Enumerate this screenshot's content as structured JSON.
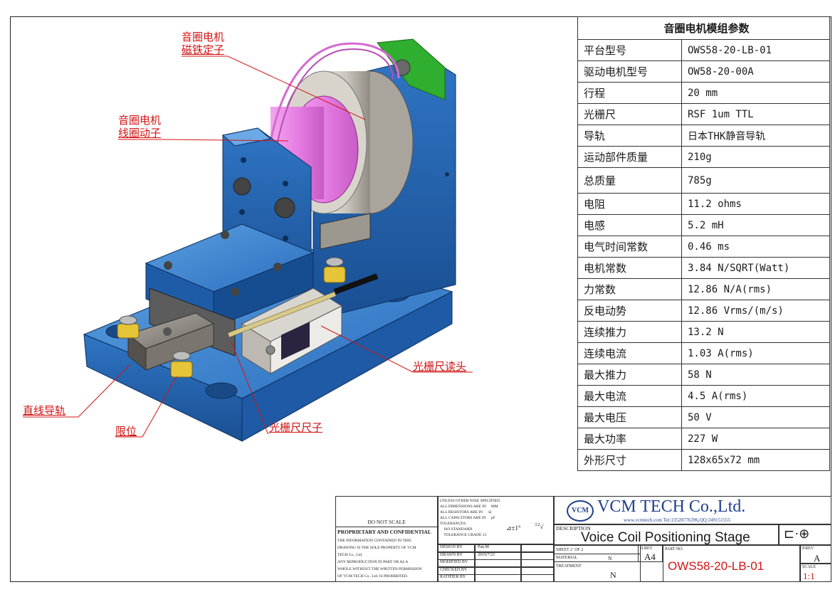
{
  "params": {
    "header": "音圈电机模组参数",
    "rows": [
      {
        "k": "平台型号",
        "v": "OWS58-20-LB-01"
      },
      {
        "k": "驱动电机型号",
        "v": "OW58-20-00A"
      },
      {
        "k": "行程",
        "v": "20 mm"
      },
      {
        "k": "光栅尺",
        "v": "RSF 1um TTL"
      },
      {
        "k": "导轨",
        "v": "日本THK静音导轨"
      },
      {
        "k": "运动部件质量",
        "v": "210g"
      },
      {
        "k": "总质量",
        "v": "785g"
      },
      {
        "k": "电阻",
        "v": "11.2 ohms"
      },
      {
        "k": "电感",
        "v": "5.2 mH"
      },
      {
        "k": "电气时间常数",
        "v": "0.46 ms"
      },
      {
        "k": "电机常数",
        "v": "3.84 N/SQRT(Watt)"
      },
      {
        "k": "力常数",
        "v": "12.86 N/A(rms)"
      },
      {
        "k": "反电动势",
        "v": "12.86 Vrms/(m/s)"
      },
      {
        "k": "连续推力",
        "v": "13.2 N"
      },
      {
        "k": "连续电流",
        "v": "1.03 A(rms)"
      },
      {
        "k": "最大推力",
        "v": "58 N"
      },
      {
        "k": "最大电流",
        "v": "4.5 A(rms)"
      },
      {
        "k": "最大电压",
        "v": "50 V"
      },
      {
        "k": "最大功率",
        "v": "227 W"
      },
      {
        "k": "外形尺寸",
        "v": "128x65x72 mm"
      }
    ]
  },
  "callouts": {
    "magnet_l1": "音圈电机",
    "magnet_l2": "磁铁定子",
    "coil_l1": "音圈电机",
    "coil_l2": "线圈动子",
    "guide": "直线导轨",
    "limit": "限位",
    "scale": "光栅尺尺子",
    "reader": "光栅尺读头"
  },
  "title_block": {
    "do_not_scale": "DO NOT SCALE",
    "proprietary": "PROPRIETARY AND CONFIDENTIAL",
    "notice": [
      "THE INFORMATION CONTAINED IN THIS",
      "DRAWING IS THE SOLE PROPERTY OF VCM",
      "TECH Co., Ltd.",
      "ANY REPRODUCTION IN PART OR AS A",
      "WHOLE WITHOUT THE WRITTEN PERMISSION",
      "OF VCM TECH Co., Ltd. IS PROHIBITED."
    ],
    "unless": [
      "UNLESS OTHER WISE SPECIFIED:",
      "ALL DIMENSIONS ARE IN     MM",
      "ALL RESISTORS ARE IN      Ω",
      "ALL CAPACITORS ARE IN     μF",
      "TOLERANCES:",
      "    ISO STANDARD",
      "    TOLERANCE GRADE 13"
    ],
    "flatness": "±1°",
    "rough": "3.2",
    "design_by_label": "DESIGN BY",
    "design_by": "Pan.M",
    "drawn_by_label": "DRAWN BY",
    "drawn_by": "2019/7/21",
    "modified_by_label": "MODIFIED BY",
    "checked_by_label": "CHECKED BY",
    "ratifier_by_label": "RATIFIER BY",
    "company": "VCM TECH Co.,Ltd.",
    "logo": "VCM",
    "contact": "www.vcmtech.com Tel:13528776396,QQ:249151555",
    "description_label": "DESCRIPTION",
    "description": "Voice Coil Positioning Stage",
    "sheet_label": "SHEET",
    "sheet": "2",
    "of_label": "OF",
    "of": "2",
    "drev_label": "D.REV",
    "drev": "A4",
    "material_label": "MATERIAL",
    "material": "N",
    "treatment_label": "TREATMENT",
    "treatment": "N",
    "part_no_label": "PART NO.",
    "part_no": "OWS58-20-LB-01",
    "prev_label": "P.REV",
    "prev": "A",
    "scale_label": "SCALE",
    "scale": "1:1"
  }
}
